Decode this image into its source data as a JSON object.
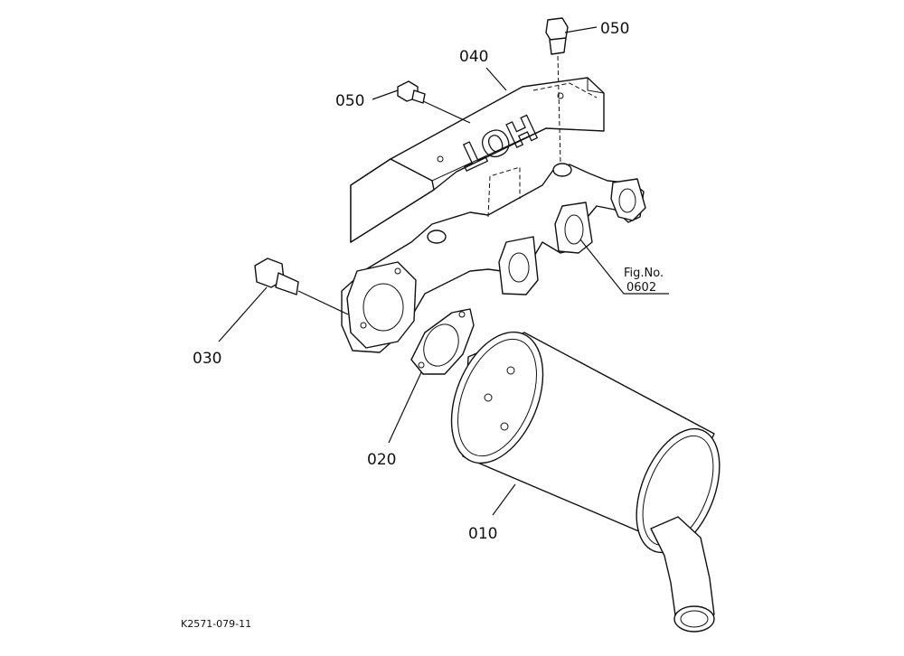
{
  "labels": {
    "muffler": "010",
    "gasket": "020",
    "bolt_left": "030",
    "heat_cover": "040",
    "bolt_top": "050",
    "bolt_mid": "050",
    "fig_ref_title": "Fig.No.",
    "fig_ref_number": "0602",
    "cover_stamp": "HOT",
    "drawing_code": "K2571-079-11"
  }
}
